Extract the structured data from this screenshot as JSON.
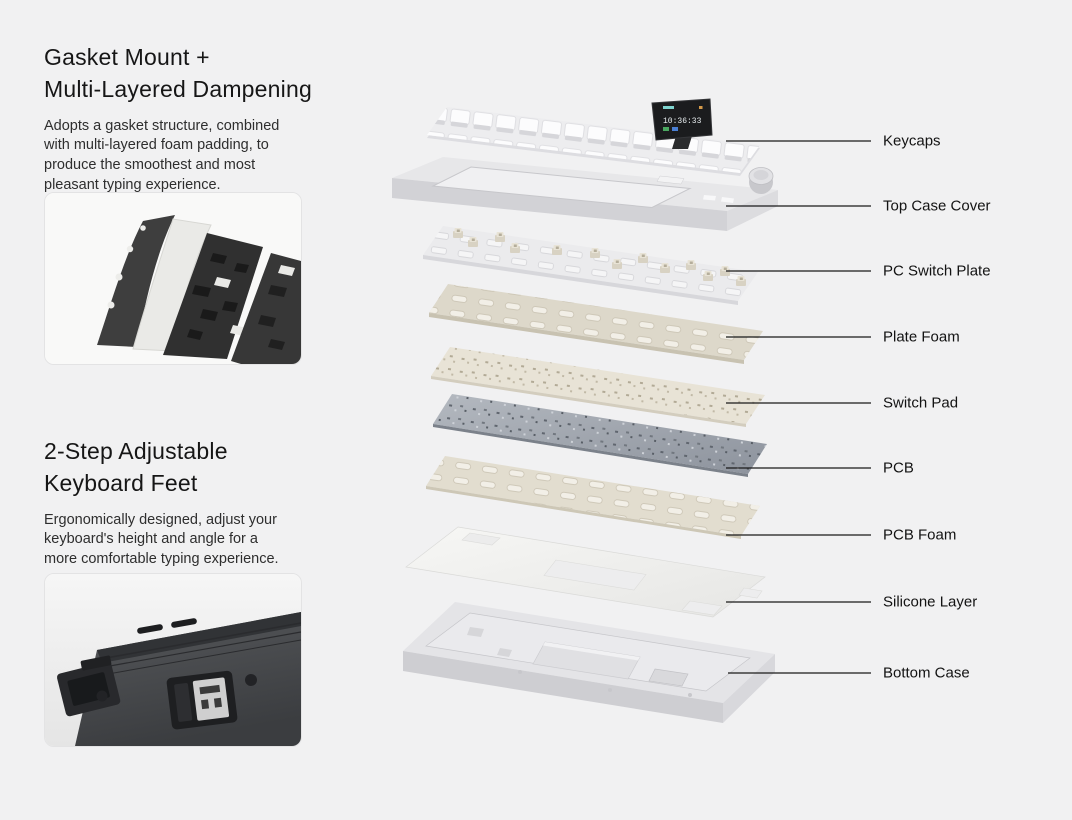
{
  "page": {
    "background": "#f1f1f2"
  },
  "sections": {
    "gasket": {
      "heading_lines": [
        "Gasket Mount +",
        "Multi-Layered Dampening"
      ],
      "body_lines": [
        "Adopts a gasket structure, combined",
        "with multi-layered foam padding, to",
        "produce the smoothest and most",
        "pleasant typing experience."
      ]
    },
    "feet": {
      "heading_lines": [
        "2-Step Adjustable",
        "Keyboard Feet"
      ],
      "body_lines": [
        "Ergonomically designed, adjust your",
        "keyboard's height and angle for a",
        "more comfortable typing experience."
      ]
    }
  },
  "diagram": {
    "screen_time": "10:36:33",
    "labels": [
      {
        "text": "Keycaps"
      },
      {
        "text": "Top Case Cover"
      },
      {
        "text": "PC Switch Plate"
      },
      {
        "text": "Plate Foam"
      },
      {
        "text": "Switch Pad"
      },
      {
        "text": "PCB"
      },
      {
        "text": "PCB Foam"
      },
      {
        "text": "Silicone Layer"
      },
      {
        "text": "Bottom Case"
      }
    ],
    "colors": {
      "foam_cream": "#ded9cb",
      "pcb_gray": "#99a0aa",
      "case_white": "#e7e7e9",
      "keycap_white": "#fbfbfc",
      "leader_line": "#1a1a1a"
    }
  }
}
